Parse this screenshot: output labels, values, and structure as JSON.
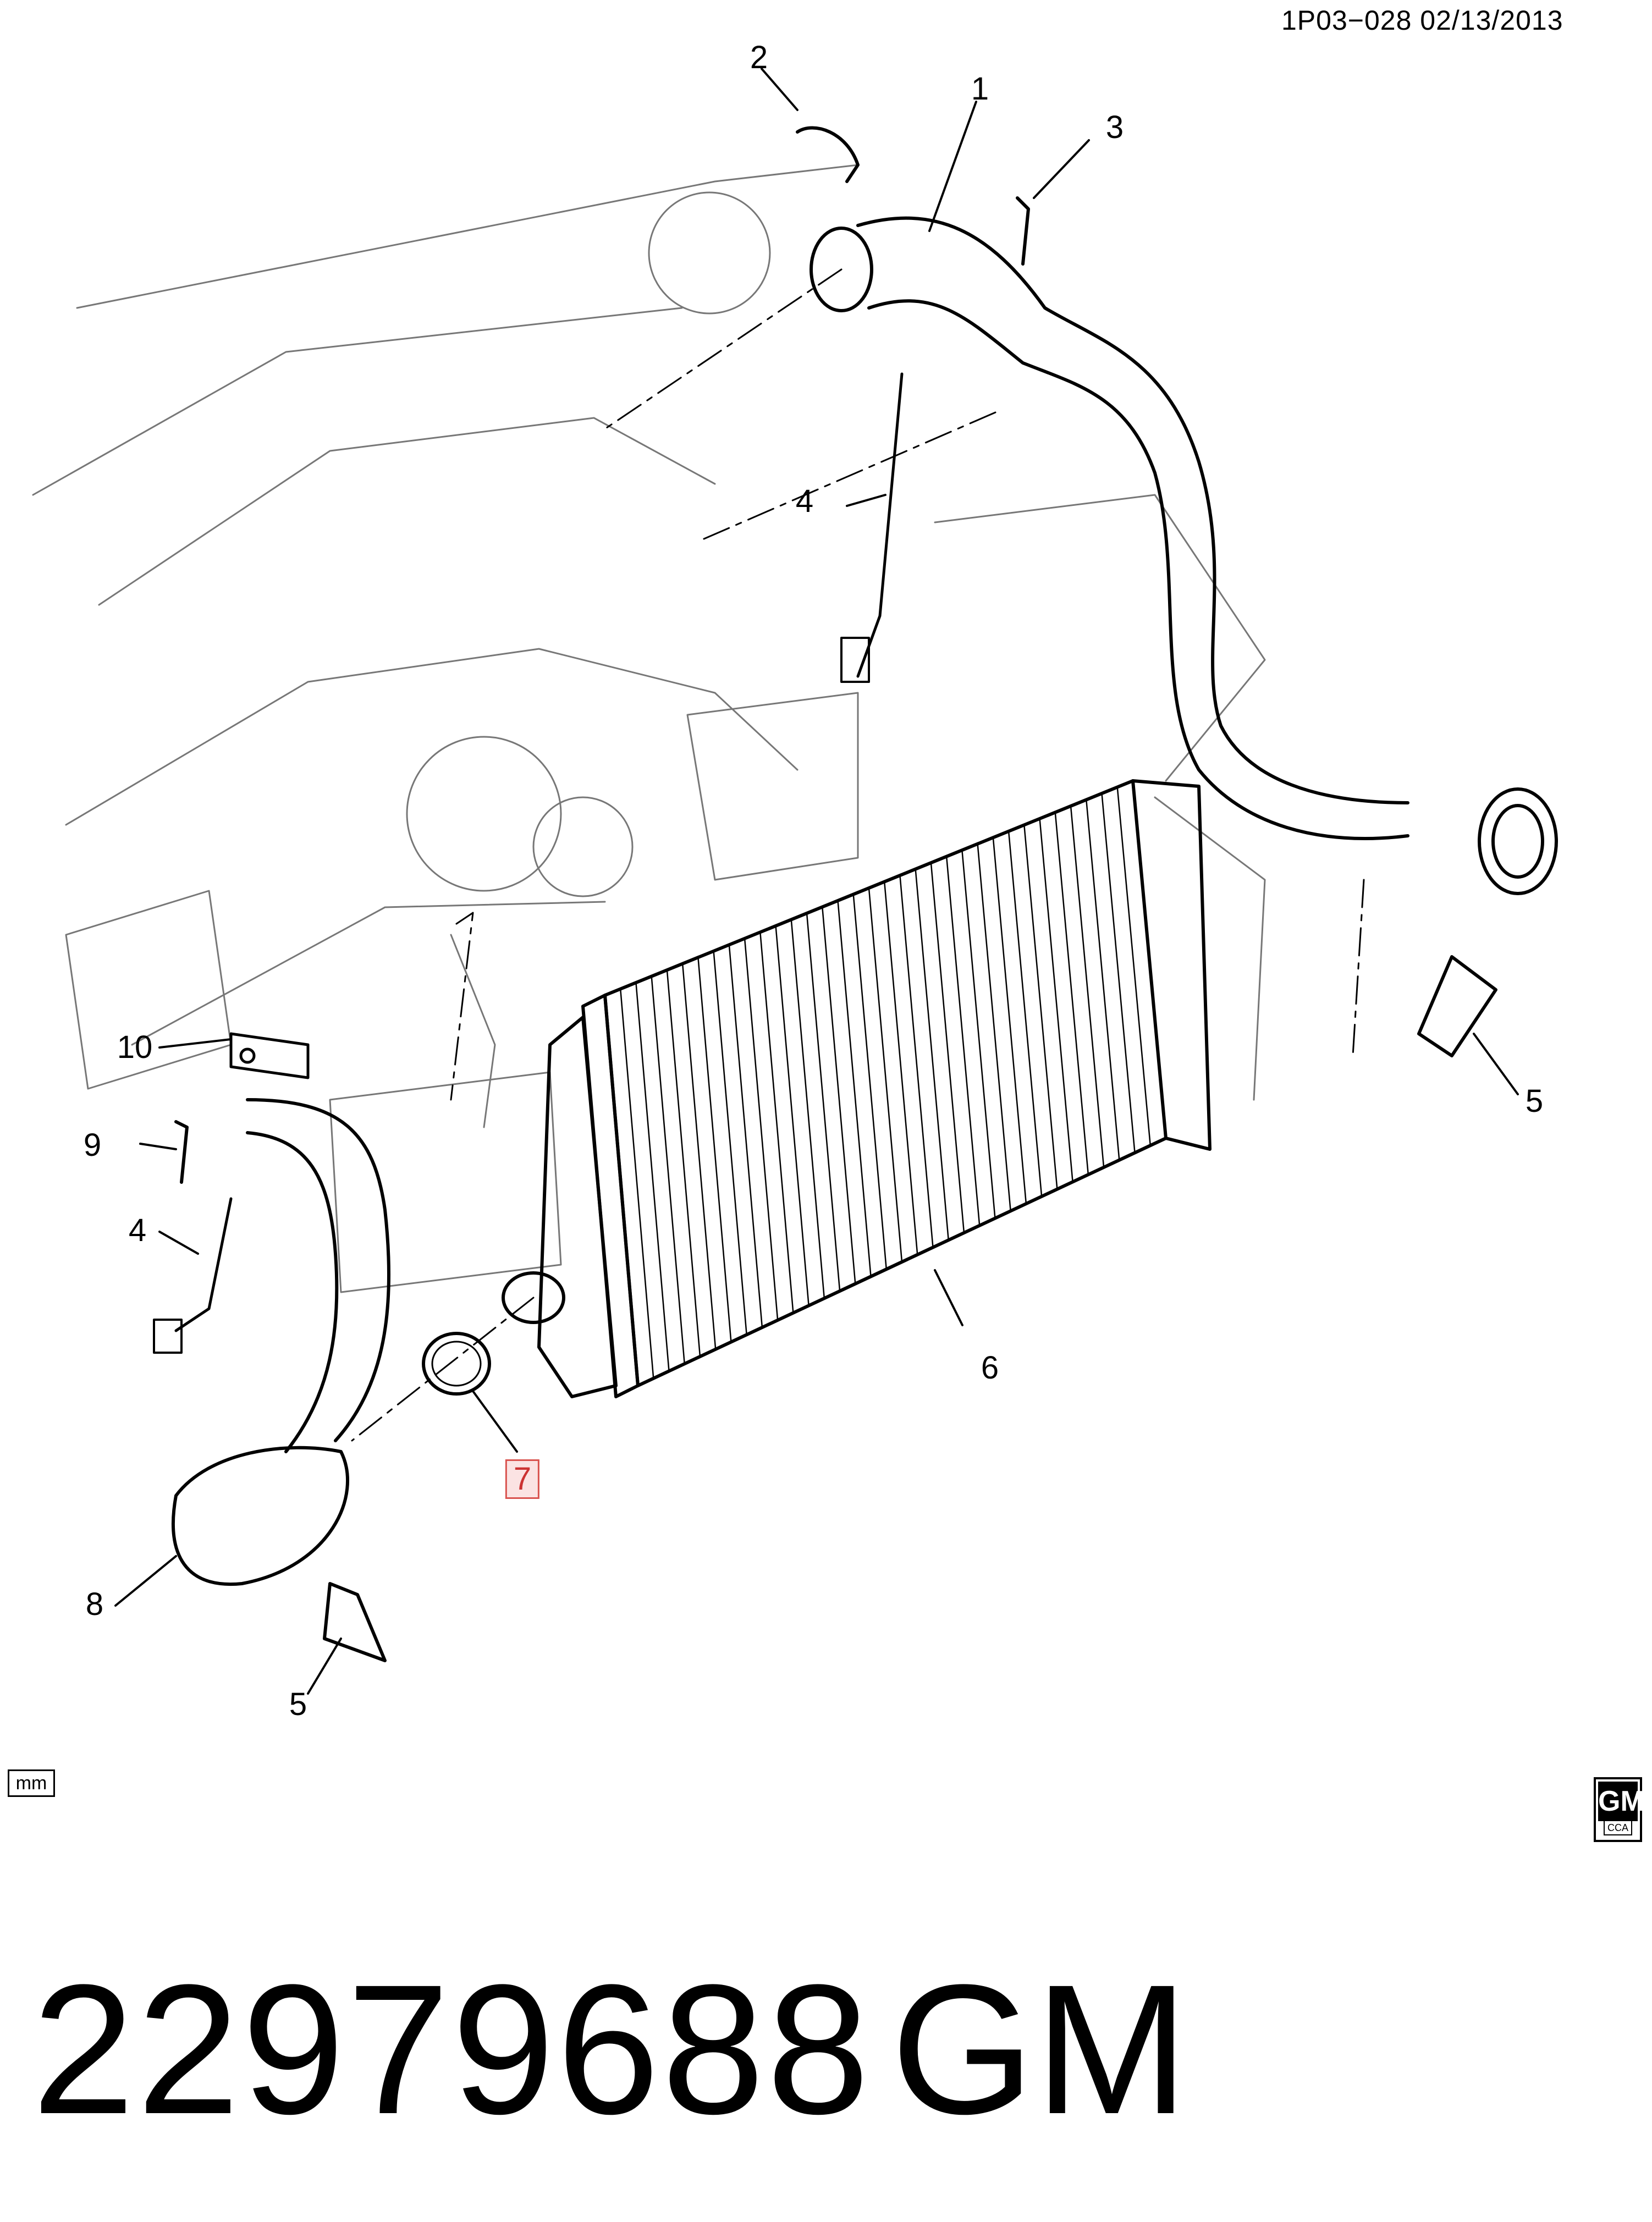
{
  "header": {
    "stamp": "1P03−028  02/13/2013"
  },
  "callouts": [
    {
      "id": "c2",
      "label": "2"
    },
    {
      "id": "c1",
      "label": "1"
    },
    {
      "id": "c3",
      "label": "3"
    },
    {
      "id": "c4a",
      "label": "4"
    },
    {
      "id": "c5a",
      "label": "5"
    },
    {
      "id": "c10",
      "label": "10"
    },
    {
      "id": "c9",
      "label": "9"
    },
    {
      "id": "c4b",
      "label": "4"
    },
    {
      "id": "c6",
      "label": "6"
    },
    {
      "id": "c7",
      "label": "7",
      "highlighted": true
    },
    {
      "id": "c8",
      "label": "8"
    },
    {
      "id": "c5b",
      "label": "5"
    }
  ],
  "footer": {
    "unit_icon": "mm",
    "logo": {
      "mark": "GM",
      "sub": "CCA"
    },
    "part_number": "22979688",
    "manufacturer": "GM"
  },
  "colors": {
    "line": "#000000",
    "highlight_border": "#d9534f",
    "highlight_fill": "#fbe3e3"
  }
}
